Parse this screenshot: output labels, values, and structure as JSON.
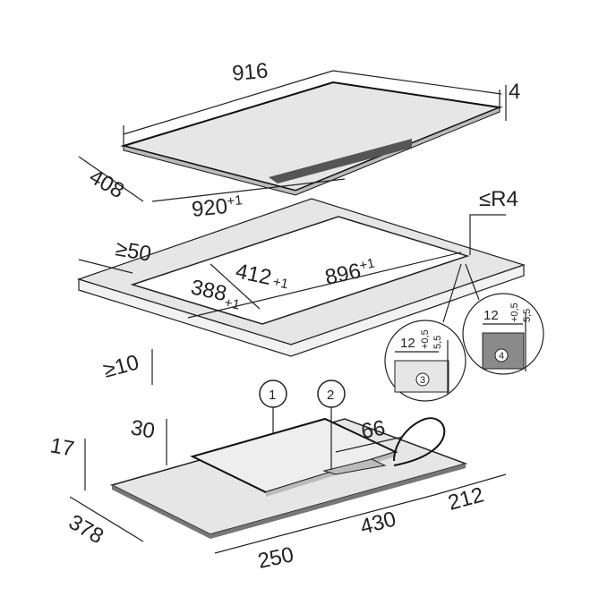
{
  "hob_top": {
    "width": "916",
    "depth": "408",
    "thickness": "4"
  },
  "cutout": {
    "length_main": "920",
    "length_main_tol": "+1",
    "corner_radius": "≤R4",
    "min_edge": "≥50",
    "inner_length": "896",
    "inner_length_tol": "+1",
    "inner_depth_a": "412",
    "inner_depth_a_tol": "+1",
    "inner_depth_b": "388",
    "inner_depth_b_tol": "+1",
    "min_thickness": "≥10"
  },
  "detail_3": {
    "label": "3",
    "width": "12",
    "depth": "5,5",
    "depth_tol": "+0,5"
  },
  "detail_4": {
    "label": "4",
    "width": "12",
    "depth": "5,5",
    "depth_tol": "+0,5"
  },
  "hob_bottom": {
    "callout_1": "1",
    "callout_2": "2",
    "height_1": "30",
    "height_2": "17",
    "depth": "378",
    "seg_1": "250",
    "seg_2": "430",
    "seg_3": "212",
    "connector": "66"
  },
  "colors": {
    "surface": "#e6e6e6",
    "dark": "#8a8a8a",
    "line": "#222222"
  }
}
